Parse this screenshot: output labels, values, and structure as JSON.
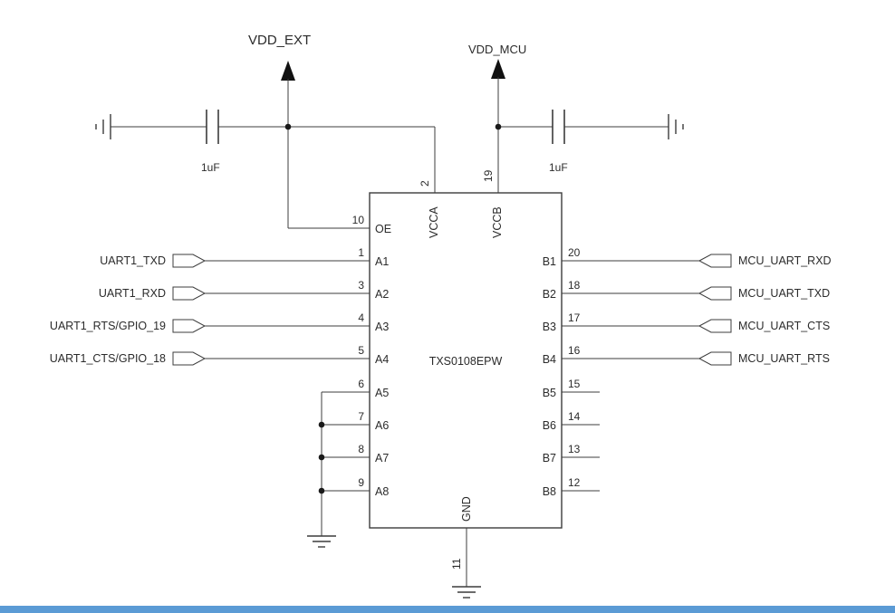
{
  "page": {
    "bottom_bar_color": "#5b9bd5"
  },
  "power_rails": {
    "vdd_ext": {
      "label": "VDD_EXT"
    },
    "vdd_mcu": {
      "label": "VDD_MCU"
    }
  },
  "capacitors": {
    "left": {
      "value": "1uF"
    },
    "right": {
      "value": "1uF"
    }
  },
  "ic": {
    "part_number": "TXS0108EPW",
    "left_pins": [
      {
        "number": "10",
        "name": "OE"
      },
      {
        "number": "1",
        "name": "A1"
      },
      {
        "number": "3",
        "name": "A2"
      },
      {
        "number": "4",
        "name": "A3"
      },
      {
        "number": "5",
        "name": "A4"
      },
      {
        "number": "6",
        "name": "A5"
      },
      {
        "number": "7",
        "name": "A6"
      },
      {
        "number": "8",
        "name": "A7"
      },
      {
        "number": "9",
        "name": "A8"
      }
    ],
    "right_pins": [
      {
        "number": "20",
        "name": "B1"
      },
      {
        "number": "18",
        "name": "B2"
      },
      {
        "number": "17",
        "name": "B3"
      },
      {
        "number": "16",
        "name": "B4"
      },
      {
        "number": "15",
        "name": "B5"
      },
      {
        "number": "14",
        "name": "B6"
      },
      {
        "number": "13",
        "name": "B7"
      },
      {
        "number": "12",
        "name": "B8"
      }
    ],
    "top_pins": [
      {
        "number": "2",
        "name": "VCCA"
      },
      {
        "number": "19",
        "name": "VCCB"
      }
    ],
    "bottom_pins": [
      {
        "number": "11",
        "name": "GND"
      }
    ]
  },
  "left_signals": [
    {
      "label": "UART1_TXD"
    },
    {
      "label": "UART1_RXD"
    },
    {
      "label": "UART1_RTS/GPIO_19"
    },
    {
      "label": "UART1_CTS/GPIO_18"
    }
  ],
  "right_signals": [
    {
      "label": "MCU_UART_RXD"
    },
    {
      "label": "MCU_UART_TXD"
    },
    {
      "label": "MCU_UART_CTS"
    },
    {
      "label": "MCU_UART_RTS"
    }
  ]
}
